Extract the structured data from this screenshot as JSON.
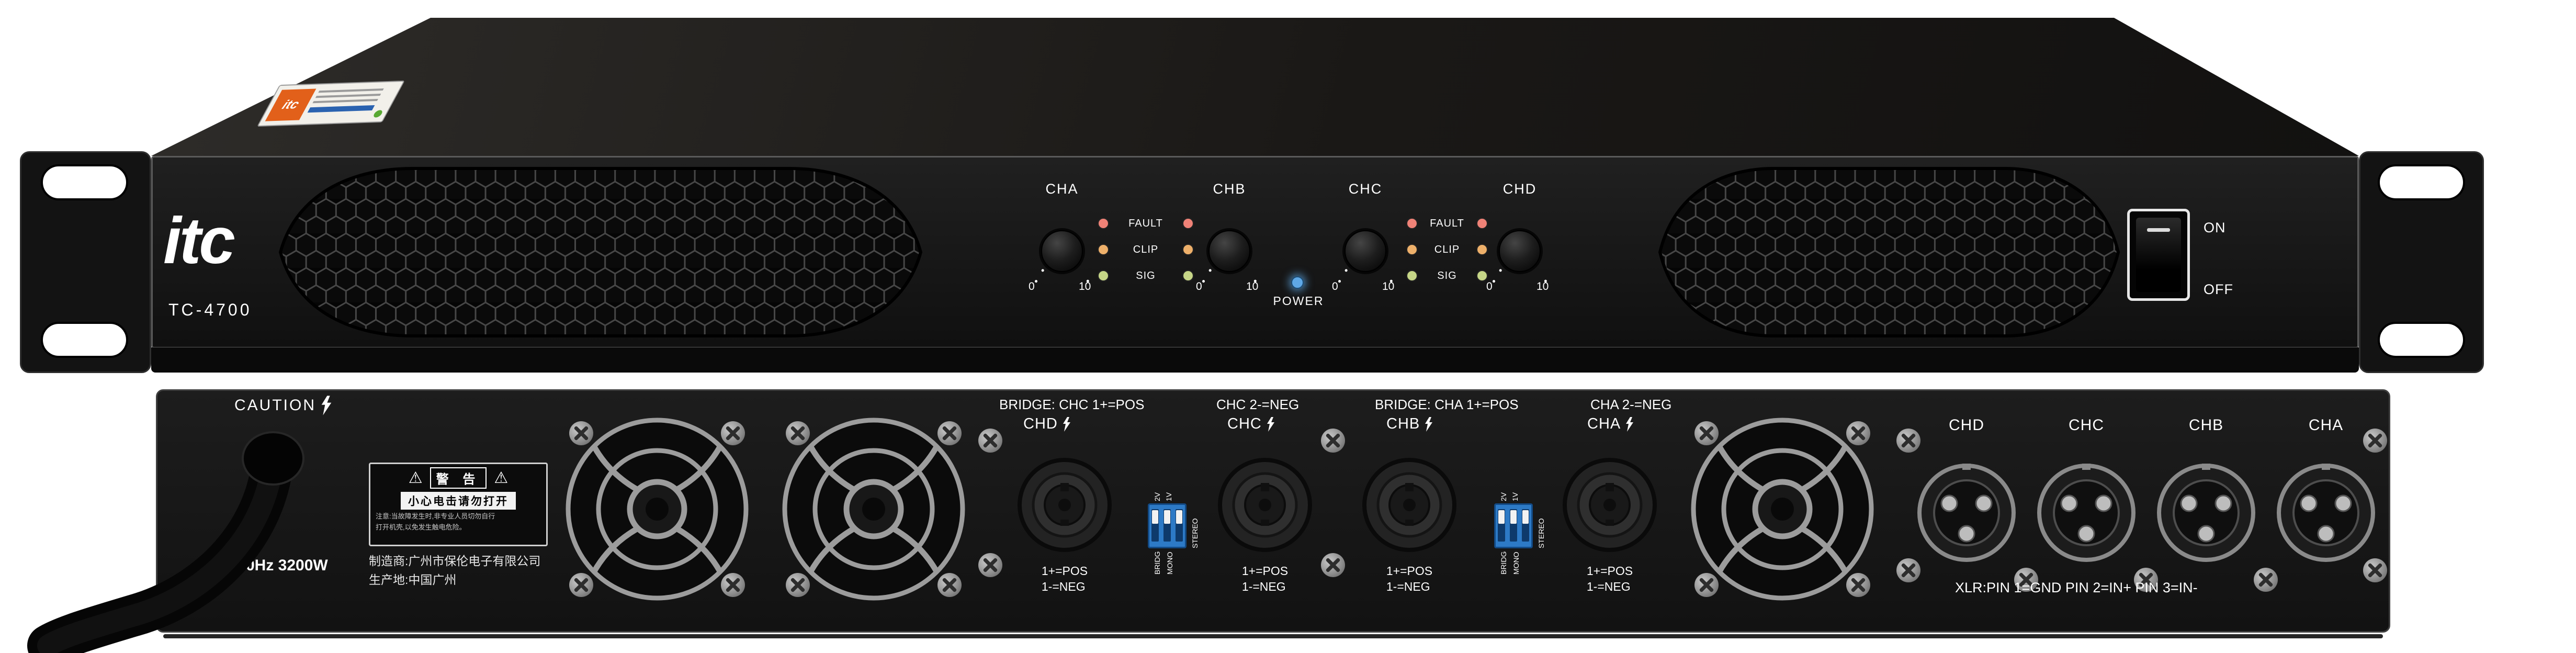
{
  "front": {
    "brand": "itc",
    "model": "TC-4700",
    "channels": [
      "CHA",
      "CHB",
      "CHC",
      "CHD"
    ],
    "scale": {
      "min": "0",
      "max": "10"
    },
    "led_labels": [
      "FAULT",
      "CLIP",
      "SIG"
    ],
    "power_label": "POWER",
    "switch": {
      "on": "ON",
      "off": "OFF"
    },
    "colors": {
      "fault_led": "#ef8277",
      "clip_led": "#eeb06a",
      "sig_led": "#c6d687",
      "power_led": "#5fa8e6",
      "dip_switch": "#2d7ac6"
    }
  },
  "rear": {
    "caution": "CAUTION",
    "power_rating": "0Hz 3200W",
    "warning_label": {
      "icon": "⚠",
      "title": "警 告",
      "strip": "小心电击请勿打开",
      "line1": "注意:当故障发生时,非专业人员切勿自行",
      "line2": "打开机壳,以免发生触电危险。"
    },
    "manufacturer": "制造商:广州市保伦电子有限公司",
    "origin": "生产地:中国广州",
    "bridge_group1": {
      "left": "BRIDGE: CHC 1+=POS",
      "right": "CHC 2-=NEG"
    },
    "bridge_group2": {
      "left": "BRIDGE: CHA 1+=POS",
      "right": "CHA 2-=NEG"
    },
    "speakon": [
      {
        "channel": "CHD",
        "pos": "1+=POS",
        "neg": "1-=NEG"
      },
      {
        "channel": "CHC",
        "pos": "1+=POS",
        "neg": "1-=NEG"
      },
      {
        "channel": "CHB",
        "pos": "1+=POS",
        "neg": "1-=NEG"
      },
      {
        "channel": "CHA",
        "pos": "1+=POS",
        "neg": "1-=NEG"
      }
    ],
    "dip": {
      "v2": "2V",
      "v1": "1V",
      "stereo": "STEREO",
      "bridg": "BRIDG",
      "mono": "MONO"
    },
    "xlr_channels": [
      "CHD",
      "CHC",
      "CHB",
      "CHA"
    ],
    "xlr_note": "XLR:PIN 1=GND PIN 2=IN+ PIN 3=IN-"
  }
}
